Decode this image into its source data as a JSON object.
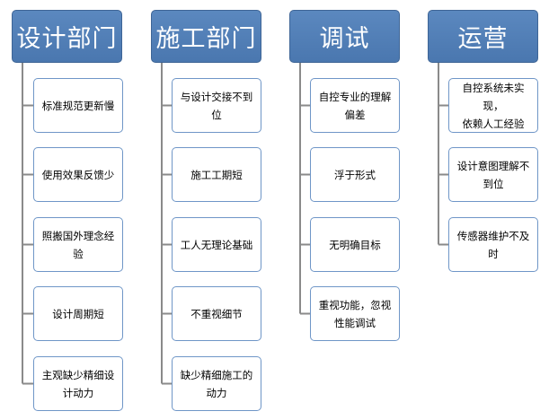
{
  "columns": [
    {
      "title": "设计部门",
      "items": [
        "标准规范更新慢",
        "使用效果反馈少",
        "照搬国外理念经\n验",
        "设计周期短",
        "主观缺少精细设\n计动力"
      ]
    },
    {
      "title": "施工部门",
      "items": [
        "与设计交接不到\n位",
        "施工工期短",
        "工人无理论基础",
        "不重视细节",
        "缺少精细施工的\n动力"
      ]
    },
    {
      "title": "调试",
      "items": [
        "自控专业的理解\n偏差",
        "浮于形式",
        "无明确目标",
        "重视功能，忽视\n性能调试"
      ]
    },
    {
      "title": "运营",
      "items": [
        "自控系统未实现，\n依赖人工经验",
        "设计意图理解不\n到位",
        "传感器维护不及\n时"
      ]
    }
  ]
}
